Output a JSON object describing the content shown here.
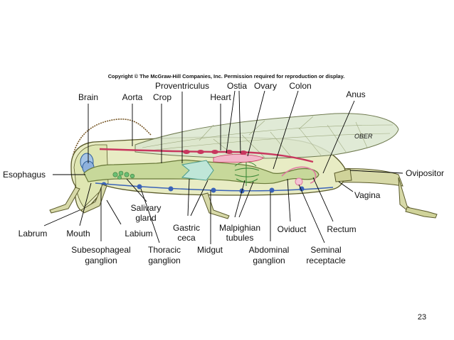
{
  "copyright": "Copyright © The McGraw-Hill Companies, Inc. Permission required for reproduction or display.",
  "page_number": "23",
  "wing_text": "OBER",
  "colors": {
    "body_fill": "#e8ecc4",
    "gut_fill": "#c7d89a",
    "gut_stroke": "#6a7a3a",
    "wing_fill": "#dbe6cf",
    "nerve_cord": "#3a63b8",
    "heart": "#c8375e",
    "ovary": "#4a8a3a",
    "repro": "#e07aa0",
    "outline": "#5a5a2a"
  },
  "labels": {
    "brain": "Brain",
    "aorta": "Aorta",
    "crop": "Crop",
    "proventriculus": "Proventriculus",
    "heart": "Heart",
    "ostia": "Ostia",
    "ovary": "Ovary",
    "colon": "Colon",
    "anus": "Anus",
    "esophagus": "Esophagus",
    "ovipositor": "Ovipositor",
    "vagina": "Vagina",
    "salivary_1": "Salivary",
    "salivary_2": "gland",
    "labrum": "Labrum",
    "mouth": "Mouth",
    "labium": "Labium",
    "gastric_1": "Gastric",
    "gastric_2": "ceca",
    "malpighian_1": "Malpighian",
    "malpighian_2": "tubules",
    "oviduct": "Oviduct",
    "rectum": "Rectum",
    "subesophageal_1": "Subesophageal",
    "subesophageal_2": "ganglion",
    "thoracic_1": "Thoracic",
    "thoracic_2": "ganglion",
    "midgut": "Midgut",
    "abdominal_1": "Abdominal",
    "abdominal_2": "ganglion",
    "seminal_1": "Seminal",
    "seminal_2": "receptacle"
  }
}
